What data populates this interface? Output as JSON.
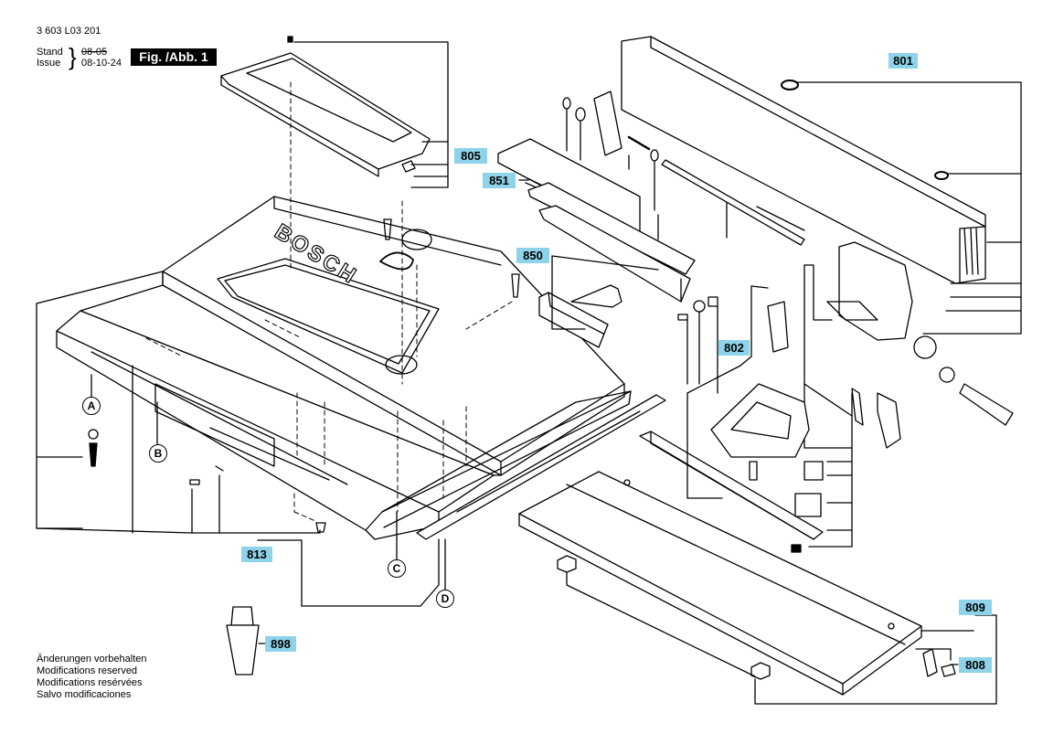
{
  "header": {
    "doc_number": "3 603 L03 201",
    "stand_label": "Stand",
    "stand_value": "08-05",
    "issue_label": "Issue",
    "issue_value": "08-10-24",
    "figure_label": "Fig. /Abb. 1"
  },
  "callouts": [
    "801",
    "805",
    "851",
    "850",
    "802",
    "813",
    "898",
    "809",
    "808"
  ],
  "letters": [
    "A",
    "B",
    "C",
    "D"
  ],
  "brand_text": "BOSCH",
  "notes": [
    "Änderungen vorbehalten",
    "Modifications reserved",
    "Modifications resérvées",
    "Salvo modificaciones"
  ],
  "colors": {
    "callout_bg": "#8ed3ea",
    "line": "#000000",
    "figure_bg": "#000000"
  }
}
